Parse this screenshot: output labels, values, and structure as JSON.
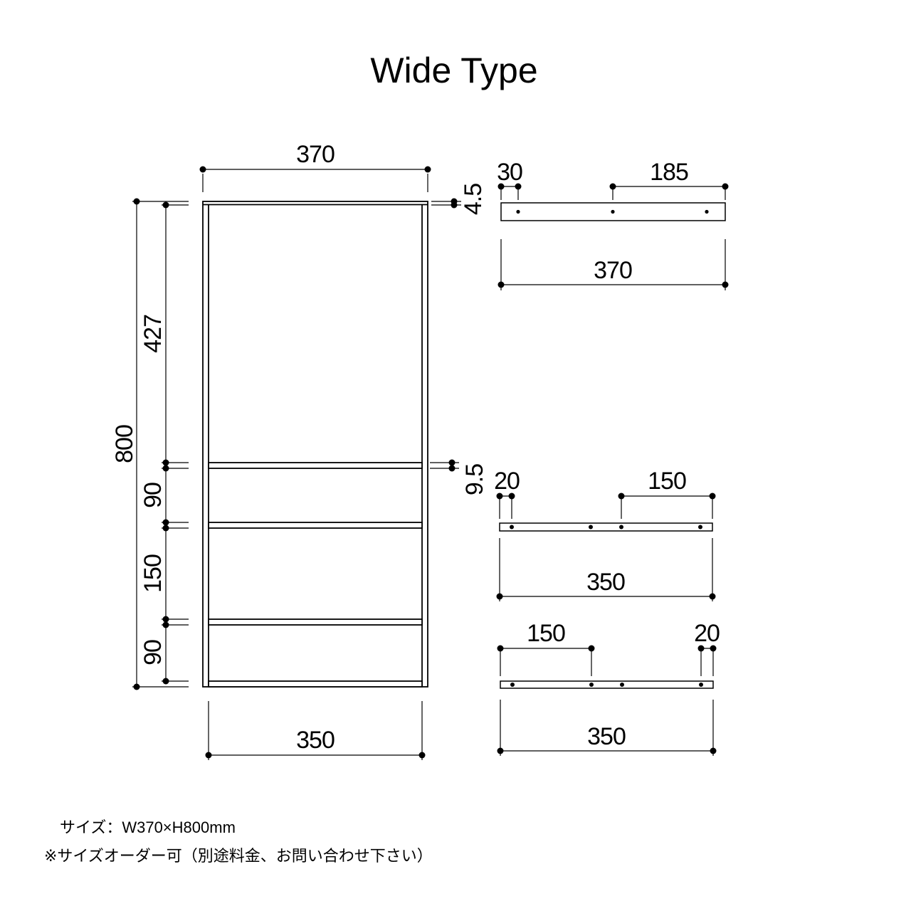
{
  "title": "Wide Type",
  "front_view": {
    "top_width": "370",
    "total_height": "800",
    "seg_top": "427",
    "seg_upper": "90",
    "seg_middle": "150",
    "seg_bottom": "90",
    "inner_width": "350",
    "top_bar_thickness": "4.5",
    "shelf_thickness": "9.5"
  },
  "top_plate_view": {
    "hole_edge_offset": "30",
    "center_to_end": "185",
    "length": "370"
  },
  "shelf_plan_upper": {
    "hole_edge_offset": "20",
    "hole_to_end": "150",
    "length": "350"
  },
  "shelf_plan_lower": {
    "end_to_hole": "150",
    "hole_edge_offset": "20",
    "length": "350"
  },
  "notes": {
    "size": "サイズ：W370×H800mm",
    "custom_order": "※サイズオーダー可（別途料金、お問い合わせ下さい）"
  }
}
